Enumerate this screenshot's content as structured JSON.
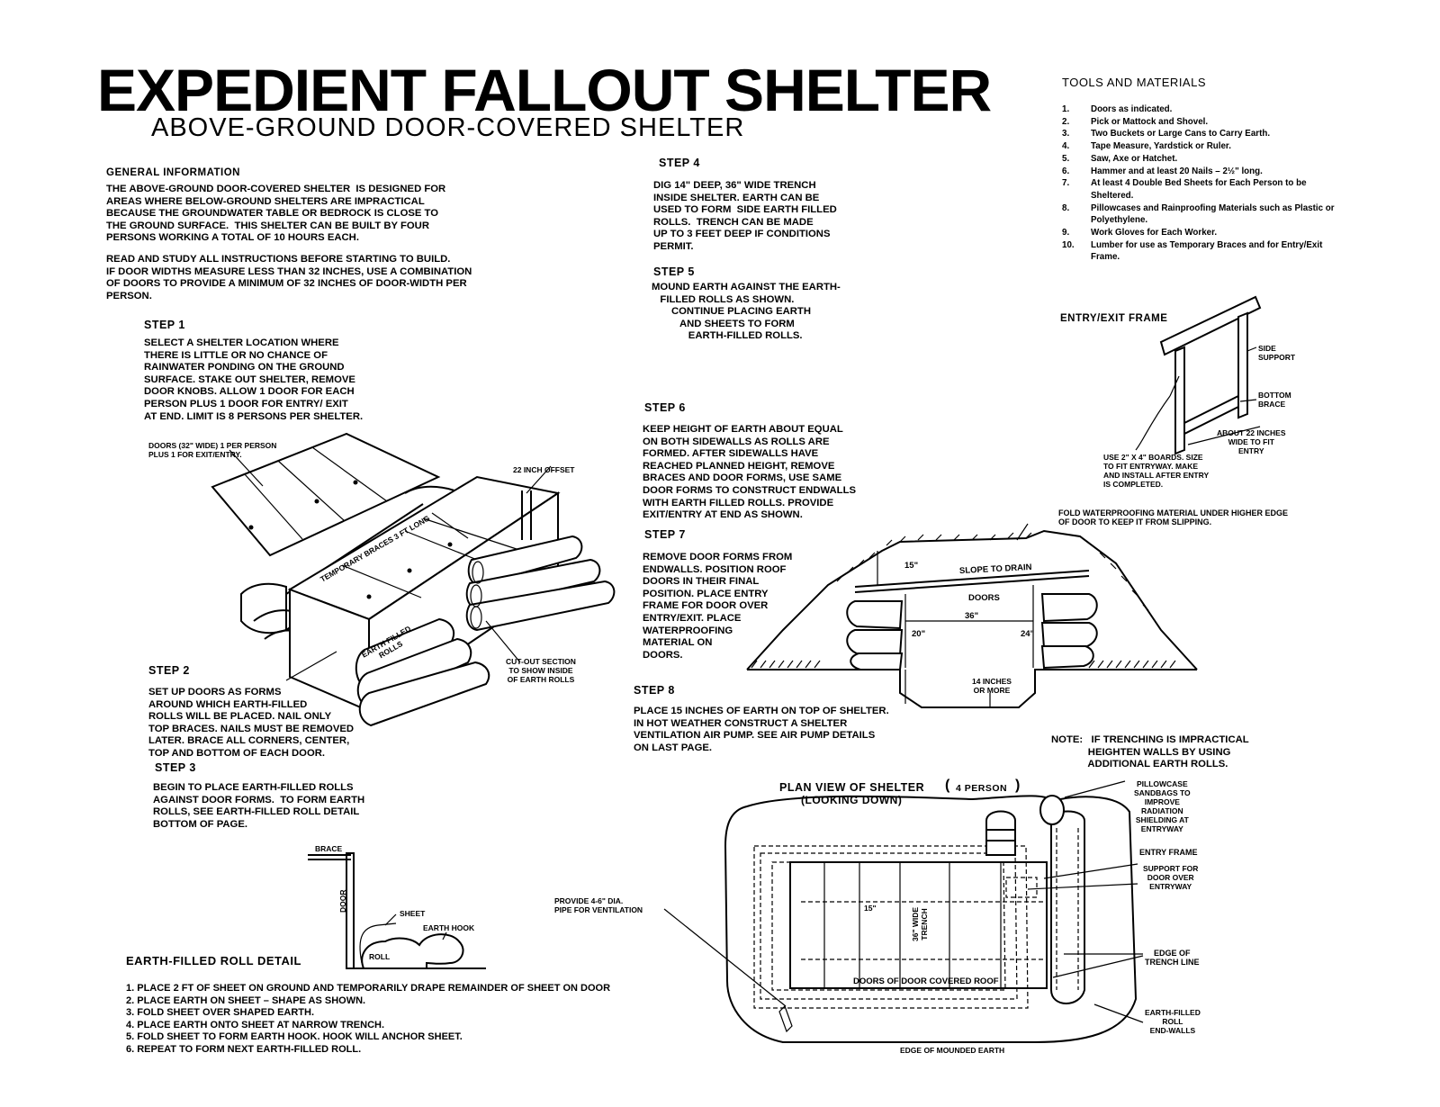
{
  "title": "EXPEDIENT FALLOUT SHELTER",
  "subtitle": "ABOVE-GROUND DOOR-COVERED SHELTER",
  "general": {
    "heading": "GENERAL INFORMATION",
    "para1": "THE ABOVE-GROUND DOOR-COVERED SHELTER  IS DESIGNED FOR\nAREAS WHERE BELOW-GROUND SHELTERS ARE IMPRACTICAL\nBECAUSE THE GROUNDWATER TABLE OR BEDROCK IS CLOSE TO\nTHE GROUND SURFACE.  THIS SHELTER CAN BE BUILT BY FOUR\nPERSONS WORKING A TOTAL OF 10 HOURS EACH.",
    "para2": "READ AND STUDY ALL INSTRUCTIONS BEFORE STARTING TO BUILD.\nIF DOOR WIDTHS MEASURE LESS THAN 32 INCHES, USE A COMBINATION\nOF DOORS TO PROVIDE A MINIMUM OF 32 INCHES OF DOOR-WIDTH PER\nPERSON."
  },
  "steps": [
    {
      "label": "STEP 1",
      "text": "SELECT A SHELTER LOCATION WHERE\nTHERE IS LITTLE OR NO CHANCE OF\nRAINWATER PONDING ON THE GROUND\nSURFACE. STAKE OUT SHELTER, REMOVE\nDOOR KNOBS. ALLOW 1 DOOR FOR EACH\nPERSON PLUS 1 DOOR FOR ENTRY/ EXIT\nAT END. LIMIT IS 8 PERSONS PER SHELTER."
    },
    {
      "label": "STEP 2",
      "text": "SET UP DOORS AS FORMS\nAROUND WHICH EARTH-FILLED\nROLLS WILL BE PLACED. NAIL ONLY\nTOP BRACES. NAILS MUST BE REMOVED\nLATER. BRACE ALL CORNERS, CENTER,\nTOP AND BOTTOM OF EACH DOOR."
    },
    {
      "label": "STEP 3",
      "text": "BEGIN TO PLACE EARTH-FILLED ROLLS\nAGAINST DOOR FORMS.  TO FORM EARTH\nROLLS, SEE EARTH-FILLED ROLL DETAIL\nBOTTOM OF PAGE."
    },
    {
      "label": "STEP 4",
      "text": "DIG 14\" DEEP, 36\" WIDE TRENCH\nINSIDE SHELTER. EARTH CAN BE\nUSED TO FORM  SIDE EARTH FILLED\nROLLS.  TRENCH CAN BE MADE\nUP TO 3 FEET DEEP IF CONDITIONS\nPERMIT."
    },
    {
      "label": "STEP 5",
      "text": "MOUND EARTH AGAINST THE EARTH-\n   FILLED ROLLS AS SHOWN.\n       CONTINUE PLACING EARTH\n          AND SHEETS TO FORM\n             EARTH-FILLED ROLLS."
    },
    {
      "label": "STEP 6",
      "text": "KEEP HEIGHT OF EARTH ABOUT EQUAL\nON BOTH SIDEWALLS AS ROLLS ARE\nFORMED. AFTER SIDEWALLS HAVE\nREACHED PLANNED HEIGHT, REMOVE\nBRACES AND DOOR FORMS, USE SAME\nDOOR FORMS TO CONSTRUCT ENDWALLS\nWITH EARTH FILLED ROLLS. PROVIDE\nEXIT/ENTRY AT END AS SHOWN."
    },
    {
      "label": "STEP 7",
      "text": "REMOVE DOOR FORMS FROM\nENDWALLS. POSITION ROOF\nDOORS IN THEIR FINAL\nPOSITION. PLACE ENTRY\nFRAME FOR DOOR OVER\nENTRY/EXIT. PLACE\nWATERPROOFING\nMATERIAL ON\nDOORS."
    },
    {
      "label": "STEP 8",
      "text": "PLACE 15 INCHES OF EARTH ON TOP OF SHELTER.\nIN HOT WEATHER CONSTRUCT A SHELTER\nVENTILATION AIR PUMP. SEE AIR PUMP DETAILS\nON LAST PAGE."
    }
  ],
  "tools": {
    "heading": "TOOLS AND MATERIALS",
    "items": [
      {
        "n": "1.",
        "text": "Doors as indicated."
      },
      {
        "n": "2.",
        "text": "Pick or Mattock and Shovel."
      },
      {
        "n": "3.",
        "text": "Two Buckets or Large Cans to Carry Earth."
      },
      {
        "n": "4.",
        "text": "Tape Measure, Yardstick or Ruler."
      },
      {
        "n": "5.",
        "text": "Saw, Axe or Hatchet."
      },
      {
        "n": "6.",
        "text": "Hammer and at least 20 Nails – 2½\" long."
      },
      {
        "n": "7.",
        "text": "At least 4 Double Bed Sheets for Each Person to be Sheltered."
      },
      {
        "n": "8.",
        "text": "Pillowcases and Rainproofing Materials such as Plastic or Polyethylene."
      },
      {
        "n": "9.",
        "text": "Work Gloves for Each Worker."
      },
      {
        "n": "10.",
        "text": "Lumber for use as Temporary Braces and for Entry/Exit Frame."
      }
    ]
  },
  "entry_frame": {
    "heading": "ENTRY/EXIT FRAME",
    "side_support": "SIDE\nSUPPORT",
    "bottom_brace": "BOTTOM\nBRACE",
    "width_note": "ABOUT 22 INCHES\nWIDE TO FIT\nENTRY",
    "boards_note": "USE 2\" X 4\" BOARDS. SIZE\nTO FIT ENTRYWAY. MAKE\nAND INSTALL AFTER ENTRY\nIS COMPLETED."
  },
  "step1_fig": {
    "doors_label": "DOORS (32\" WIDE) 1 PER PERSON\nPLUS 1 FOR EXIT/ENTRY.",
    "offset_label": "22 INCH OFFSET",
    "braces_label": "TEMPORARY BRACES 3 FT LONG",
    "rolls_label": "EARTH FILLED\nROLLS",
    "cutout_label": "CUT-OUT SECTION\nTO SHOW INSIDE\nOF EARTH ROLLS"
  },
  "section": {
    "fold_note": "FOLD WATERPROOFING MATERIAL UNDER HIGHER EDGE\nOF DOOR TO KEEP IT FROM SLIPPING.",
    "slope": "SLOPE TO DRAIN",
    "doors": "DOORS",
    "dim_15": "15\"",
    "dim_36": "36\"",
    "dim_20": "20\"",
    "dim_24": "24\"",
    "trench": "14 INCHES\nOR MORE"
  },
  "note": "NOTE:   IF TRENCHING IS IMPRACTICAL\n             HEIGHTEN WALLS BY USING\n             ADDITIONAL EARTH ROLLS.",
  "plan": {
    "title": "PLAN VIEW OF SHELTER",
    "persons": "4 PERSON",
    "looking": "(LOOKING DOWN)",
    "pillowcase": "PILLOWCASE\nSANDBAGS TO\nIMPROVE\nRADIATION\nSHIELDING AT\nENTRYWAY",
    "entry_frame": "ENTRY FRAME",
    "support": "SUPPORT FOR\nDOOR OVER\nENTRYWAY",
    "trench_edge": "EDGE OF\nTRENCH LINE",
    "endwalls": "EARTH-FILLED\nROLL\nEND-WALLS",
    "mound_edge": "EDGE OF MOUNDED EARTH",
    "doors_roof": "DOORS OF DOOR COVERED ROOF",
    "trench_width": "36\" WIDE\nTRENCH",
    "dim_15": "15\"",
    "pipe": "PROVIDE 4-6\" DIA.\nPIPE FOR VENTILATION"
  },
  "roll_detail": {
    "heading": "EARTH-FILLED ROLL DETAIL",
    "brace": "BRACE",
    "door": "DOOR",
    "sheet": "SHEET",
    "hook": "EARTH HOOK",
    "roll": "ROLL",
    "instructions": [
      "1.  PLACE 2 FT OF SHEET ON GROUND AND TEMPORARILY DRAPE REMAINDER OF SHEET ON DOOR",
      "2.  PLACE EARTH ON SHEET – SHAPE AS SHOWN.",
      "3.  FOLD SHEET OVER SHAPED EARTH.",
      "4.  PLACE EARTH ONTO SHEET AT NARROW TRENCH.",
      "5.  FOLD SHEET TO FORM EARTH HOOK.  HOOK WILL ANCHOR SHEET.",
      "6.  REPEAT TO FORM NEXT EARTH-FILLED ROLL."
    ]
  }
}
